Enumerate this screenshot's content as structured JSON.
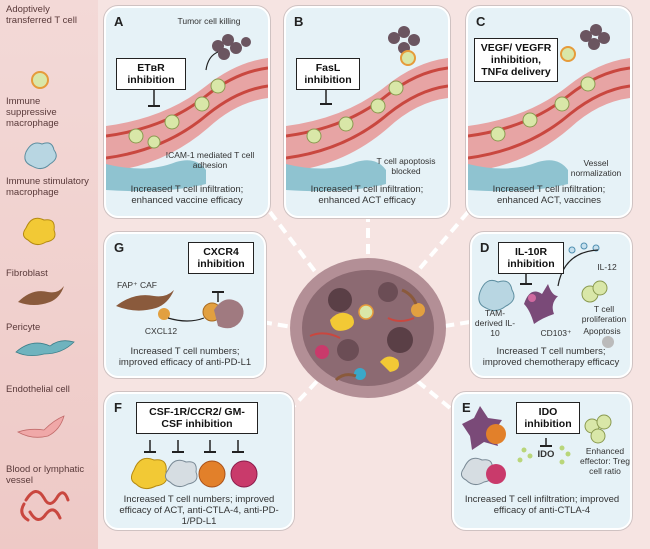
{
  "legend": [
    {
      "label": "Adoptively transferred T cell",
      "icon": "t-cell-icon",
      "color": "#d9e7a8"
    },
    {
      "label": "Immune suppressive macrophage",
      "icon": "suppressive-macrophage-icon",
      "color": "#b8d6e2"
    },
    {
      "label": "Immune stimulatory macrophage",
      "icon": "stimulatory-macrophage-icon",
      "color": "#f2c935"
    },
    {
      "label": "Fibroblast",
      "icon": "fibroblast-icon",
      "color": "#8a5a3c"
    },
    {
      "label": "Pericyte",
      "icon": "pericyte-icon",
      "color": "#6fb3be"
    },
    {
      "label": "Endothelial cell",
      "icon": "endothelial-cell-icon",
      "color": "#f0a8a8"
    },
    {
      "label": "Blood or lymphatic vessel",
      "icon": "vessel-icon",
      "color": "#c9473f"
    }
  ],
  "panels": {
    "A": {
      "letter": "A",
      "box": "ETʙR inhibition",
      "notes": [
        "Tumor cell killing",
        "ICAM-1 mediated T cell adhesion"
      ],
      "caption": "Increased T cell infiltration; enhanced vaccine efficacy"
    },
    "B": {
      "letter": "B",
      "box": "FasL inhibition",
      "notes": [
        "T cell apoptosis blocked"
      ],
      "caption": "Increased T cell infiltration; enhanced ACT efficacy"
    },
    "C": {
      "letter": "C",
      "box": "VEGF/ VEGFR inhibition, TNFα delivery",
      "notes": [
        "Vessel normalization"
      ],
      "caption": "Increased T cell infiltration; enhanced ACT, vaccines"
    },
    "G": {
      "letter": "G",
      "box": "CXCR4 inhibition",
      "notes": [
        "FAP⁺ CAF",
        "CXCL12"
      ],
      "caption": "Increased T cell numbers; improved efficacy of anti-PD-L1"
    },
    "D": {
      "letter": "D",
      "box": "IL-10R inhibition",
      "notes": [
        "IL-12",
        "TAM-derived IL-10",
        "CD103⁺",
        "T cell proliferation",
        "Apoptosis"
      ],
      "caption": "Increased T cell numbers; improved chemotherapy efficacy"
    },
    "F": {
      "letter": "F",
      "box": "CSF-1R/CCR2/ GM-CSF inhibition",
      "notes": [],
      "caption": "Increased T cell numbers; improved efficacy of ACT, anti-CTLA-4, anti-PD-1/PD-L1"
    },
    "E": {
      "letter": "E",
      "box": "IDO inhibition",
      "notes": [
        "IDO",
        "Enhanced effector: Treg cell ratio"
      ],
      "caption": "Increased T cell infiltration; improved efficacy of anti-CTLA-4"
    }
  }
}
